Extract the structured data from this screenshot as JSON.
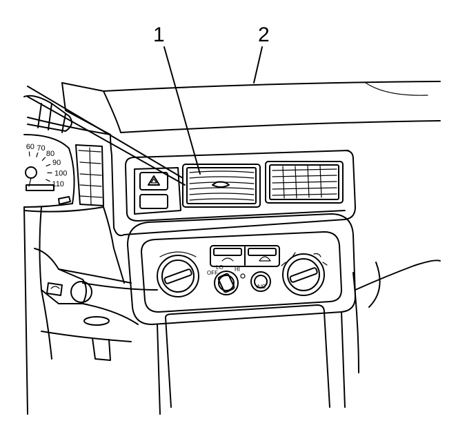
{
  "callouts": [
    {
      "id": "1",
      "text": "1"
    },
    {
      "id": "2",
      "text": "2"
    }
  ],
  "speedometer": {
    "ticks": [
      "60",
      "70",
      "80",
      "90",
      "100",
      "110"
    ]
  },
  "fan_switch": {
    "off": "OFF",
    "lo": "LO",
    "hi": "HI"
  },
  "ac_button": {
    "label": "A/C"
  }
}
